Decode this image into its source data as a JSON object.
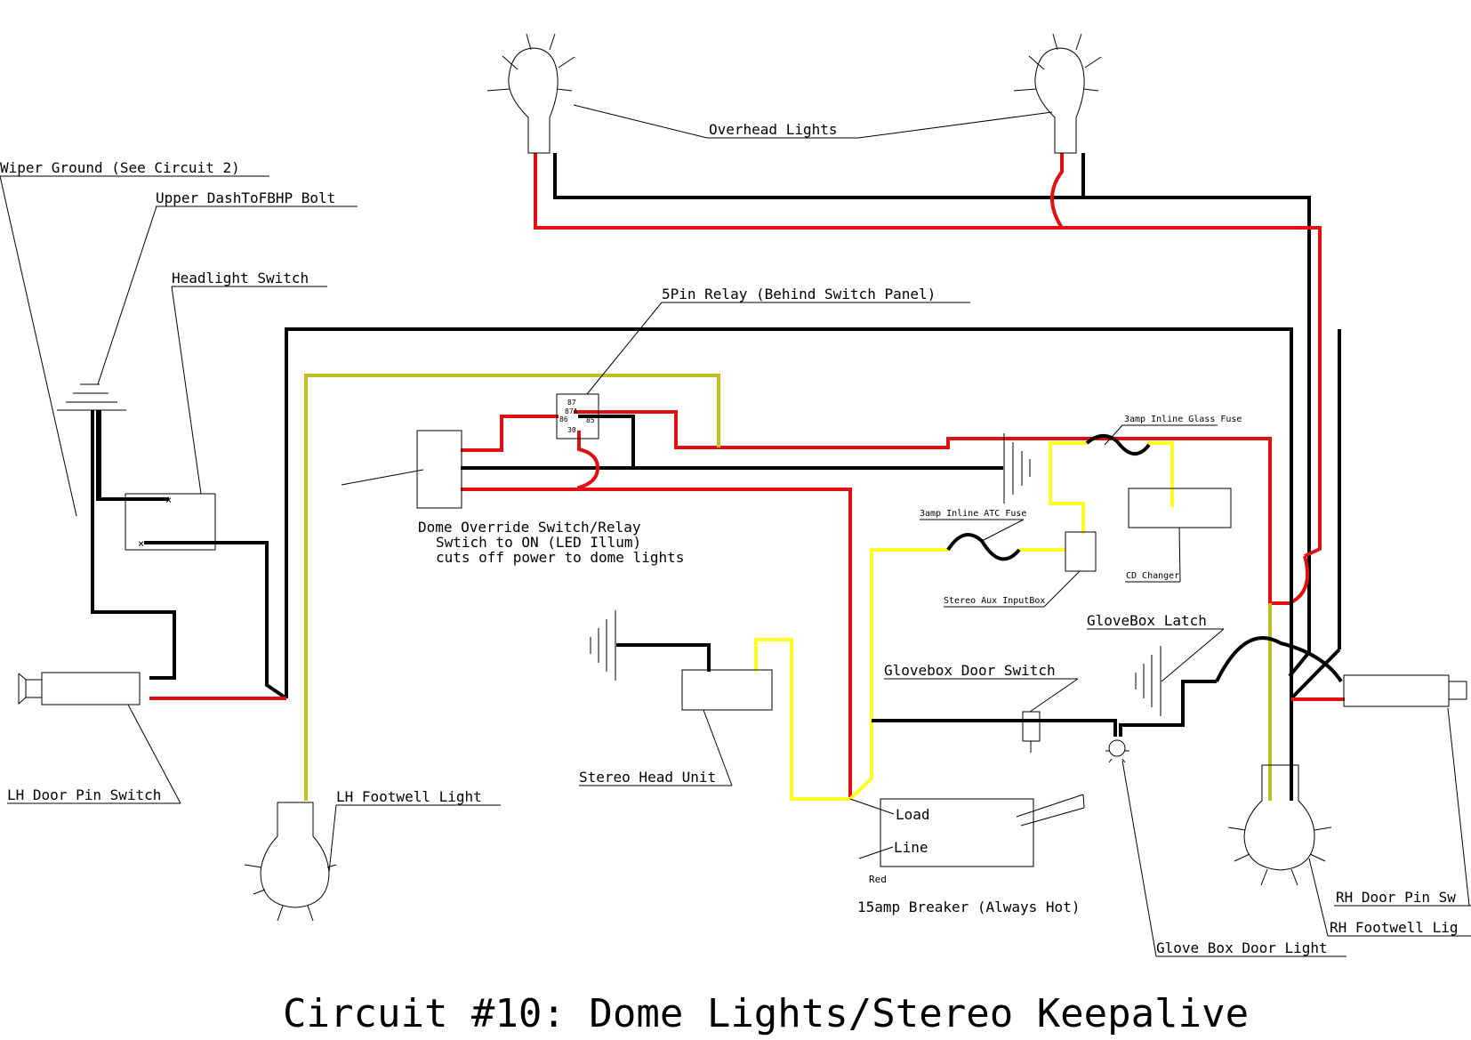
{
  "title": "Circuit #10: Dome Lights/Stereo Keepalive",
  "colors": {
    "black_wire": "#000000",
    "red_wire": "#e01010",
    "yellow_wire": "#ffff22",
    "olive_wire": "#c0c020",
    "background": "#ffffff"
  },
  "labels": {
    "wiper_ground": "Wiper Ground (See Circuit 2)",
    "upper_dash_bolt": "Upper DashToFBHP Bolt",
    "headlight_switch": "Headlight Switch",
    "relay": "5Pin Relay (Behind Switch Panel)",
    "overhead_lights": "Overhead Lights",
    "dome_override_1": "Dome Override Switch/Relay",
    "dome_override_2": "Swtich to ON (LED Illum)",
    "dome_override_3": "cuts off power to dome lights",
    "glass_fuse": "3amp Inline Glass Fuse",
    "atc_fuse": "3amp Inline ATC Fuse",
    "cd_changer": "CD Changer",
    "aux_inputbox": "Stereo Aux InputBox",
    "glovebox_latch": "GloveBox Latch",
    "glovebox_door_switch": "Glovebox Door Switch",
    "stereo_head_unit": "Stereo Head Unit",
    "lh_door_pin_switch": "LH Door Pin Switch",
    "lh_footwell_light": "LH Footwell Light",
    "breaker_load": "Load",
    "breaker_line": "Line",
    "breaker_red": "Red",
    "breaker": "15amp Breaker (Always Hot)",
    "glove_box_door_light": "Glove Box Door Light",
    "rh_door_pin_switch": "RH Door Pin Sw",
    "rh_footwell_light": "RH Footwell Lig"
  },
  "relay_pins": {
    "p87": "87",
    "p87a": "87A",
    "p86": "86",
    "p85": "85",
    "p30": "30"
  }
}
